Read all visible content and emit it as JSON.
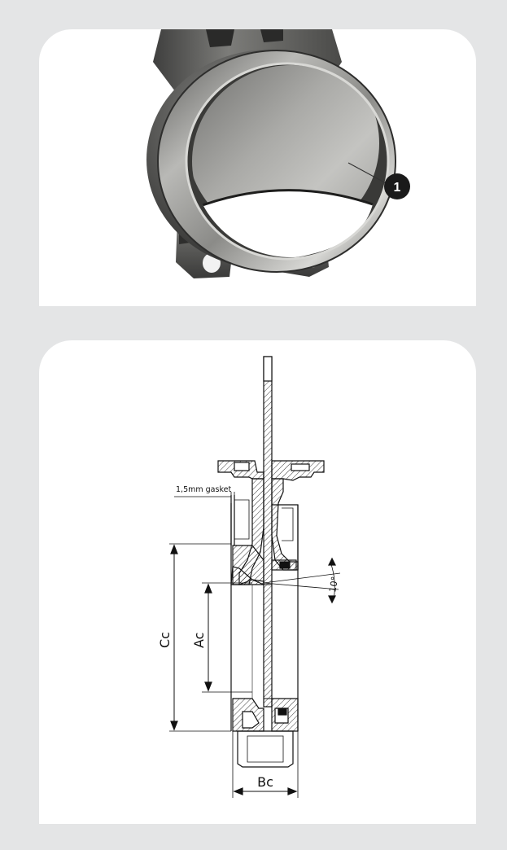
{
  "photo": {
    "callout_number": "1",
    "colors": {
      "steel_light": "#d9d9d7",
      "steel_dark": "#4a4a48",
      "callout_bg": "#1a1a1a"
    }
  },
  "drawing": {
    "gasket_label": "1,5mm gasket",
    "angle_label": "10°",
    "dim_cc": "Cc",
    "dim_ac": "Ac",
    "dim_bc": "Bc"
  }
}
